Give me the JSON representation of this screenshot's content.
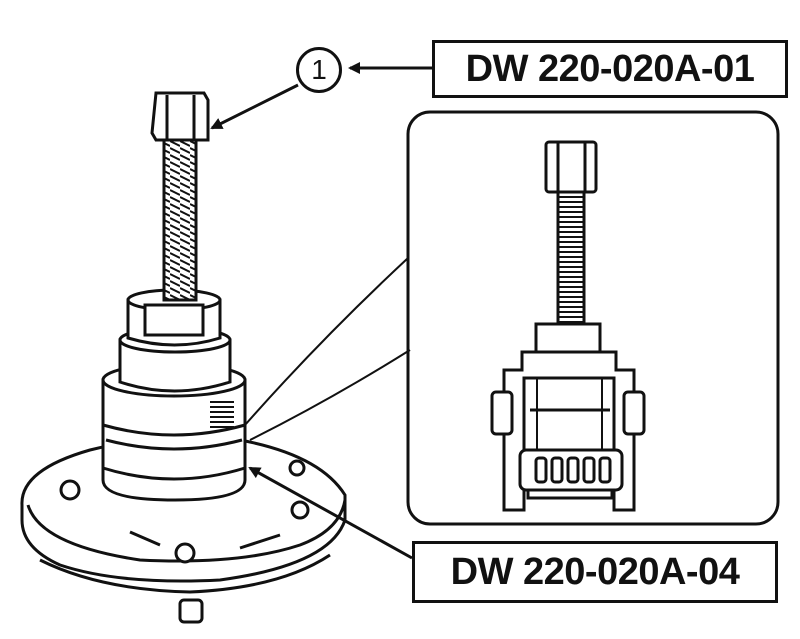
{
  "callouts": {
    "number": "1",
    "top_part": "DW 220-020A-01",
    "bottom_part": "DW 220-020A-04"
  },
  "colors": {
    "ink": "#111111",
    "paper": "#ffffff"
  }
}
